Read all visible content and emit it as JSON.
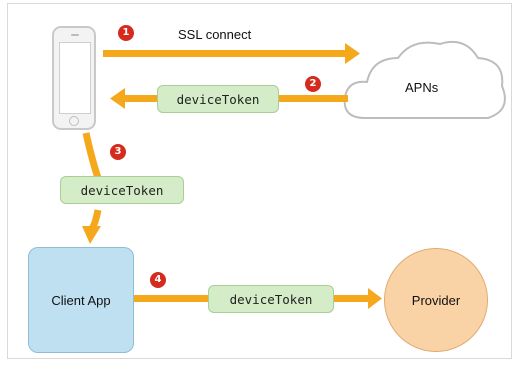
{
  "steps": {
    "one": {
      "number": "1",
      "label": "SSL connect"
    },
    "two": {
      "number": "2",
      "token": "deviceToken"
    },
    "three": {
      "number": "3",
      "token": "deviceToken"
    },
    "four": {
      "number": "4",
      "token": "deviceToken"
    }
  },
  "nodes": {
    "apns": "APNs",
    "client_app": "Client App",
    "provider": "Provider"
  },
  "icons": {
    "device": "iphone-icon",
    "cloud": "cloud-icon"
  },
  "colors": {
    "arrow": "#f6a81c",
    "token_fill": "#d5ecc9",
    "badge": "#d52b1e",
    "client_fill": "#bfe0f1",
    "provider_fill": "#f9d2a6"
  }
}
